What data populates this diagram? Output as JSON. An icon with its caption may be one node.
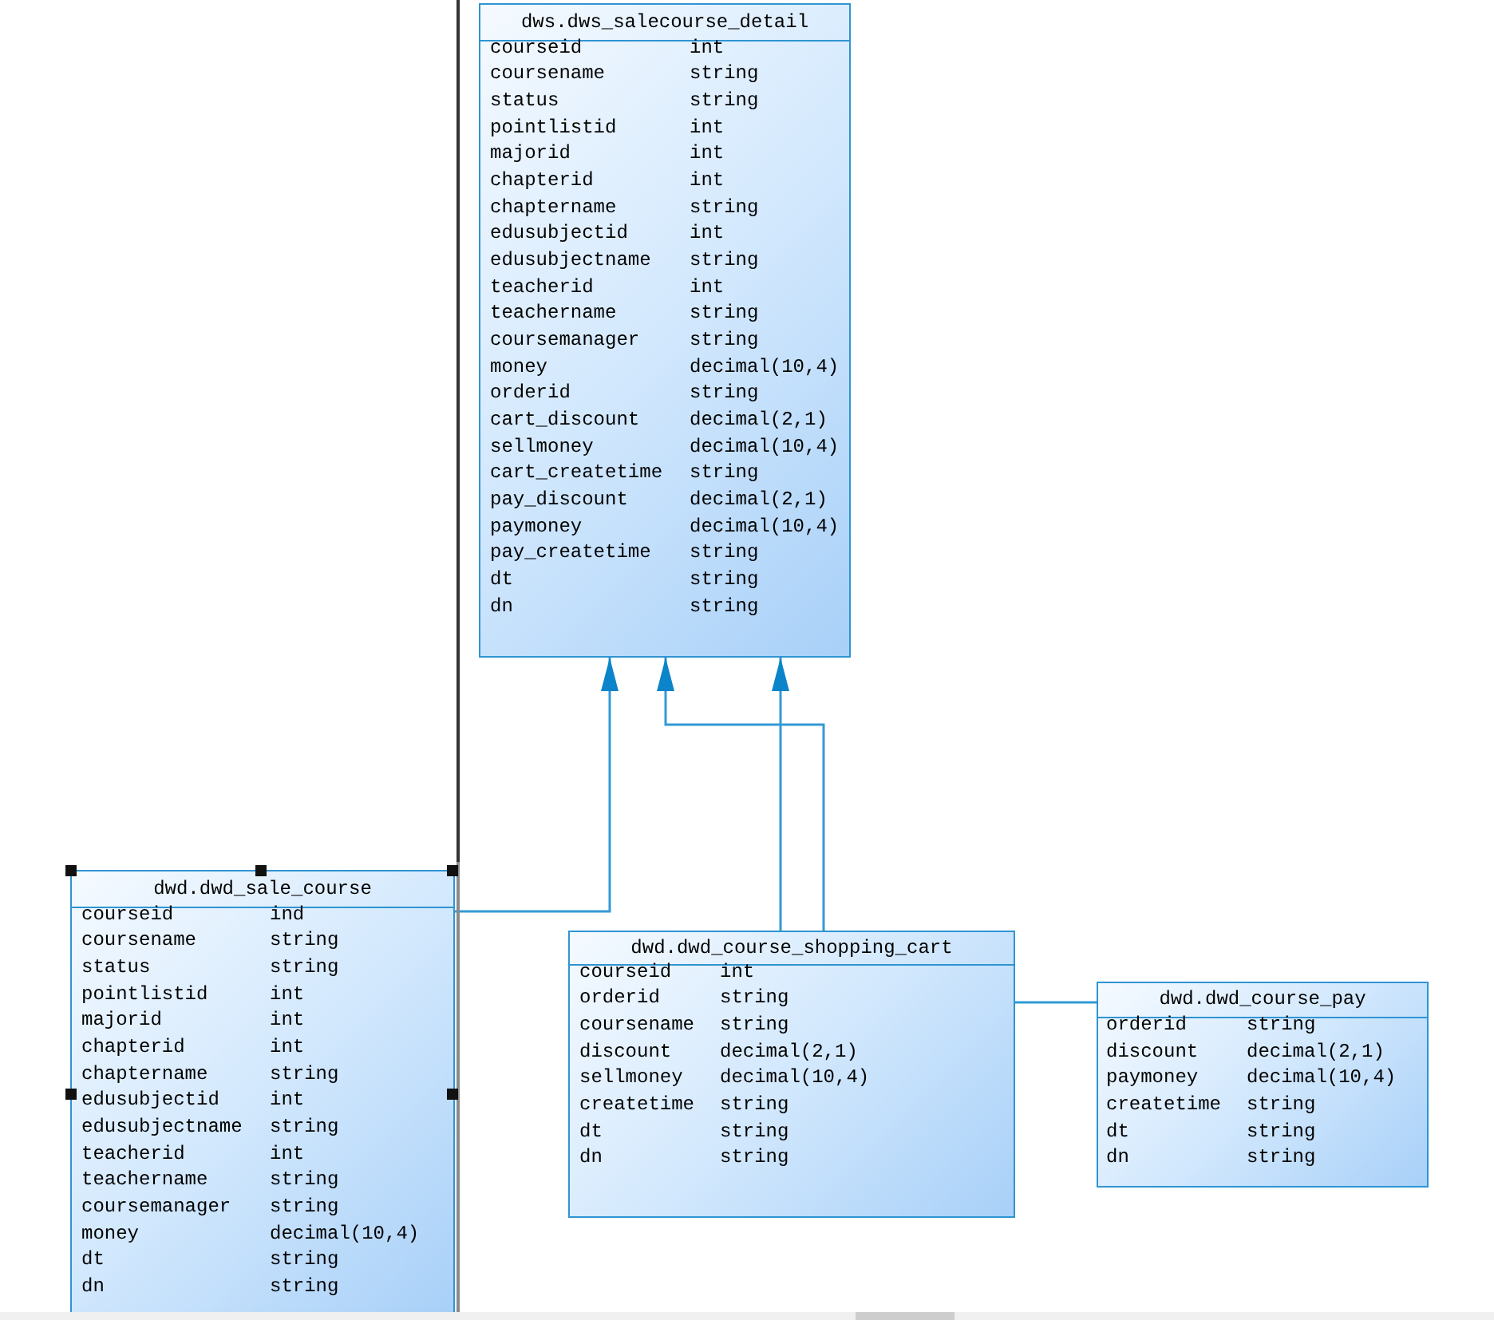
{
  "diagram": {
    "nodes": [
      {
        "text": [
          "dws.dws_salecourse_detail",
          "courseid",
          "int",
          "coursename",
          "string",
          "status",
          "string",
          "pointlistid",
          "int",
          "majorid",
          "int",
          "chapterid",
          "int",
          "chaptername",
          "string",
          "edusubjectid",
          "int",
          "edusubjectname",
          "string",
          "teacherid",
          "int",
          "teachername",
          "string",
          "coursemanager",
          "string",
          "money",
          "decimal(10,4)",
          "orderid",
          "string",
          "cart_discount",
          "decimal(2,1)",
          "sellmoney",
          "decimal(10,4)",
          "cart_createtime",
          "string",
          "pay_discount",
          "decimal(2,1)",
          "paymoney",
          "decimal(10,4)",
          "pay_createtime",
          "string",
          "dt",
          "string",
          "dn",
          "string"
        ]
      },
      {
        "text": [
          "dwd.dwd_sale_course",
          "courseid",
          "ind",
          "coursename",
          "string",
          "status",
          "string",
          "pointlistid",
          "int",
          "majorid",
          "int",
          "chapterid",
          "int",
          "chaptername",
          "string",
          "edusubjectid",
          "int",
          "edusubjectname",
          "string",
          "teacherid",
          "int",
          "teachername",
          "string",
          "coursemanager",
          "string",
          "money",
          "decimal(10,4)",
          "dt",
          "string",
          "dn",
          "string"
        ]
      },
      {
        "text": [
          "dwd.dwd_course_shopping_cart",
          "courseid",
          "int",
          "orderid",
          "string",
          "coursename",
          "string",
          "discount",
          "decimal(2,1)",
          "sellmoney",
          "decimal(10,4)",
          "createtime",
          "string",
          "dt",
          "string",
          "dn",
          "string"
        ]
      },
      {
        "text": [
          "dwd.dwd_course_pay",
          "orderid",
          "string",
          "discount",
          "decimal(2,1)",
          "paymoney",
          "decimal(10,4)",
          "createtime",
          "string",
          "dt",
          "string",
          "dn",
          "string"
        ]
      }
    ],
    "edges": [
      {
        "from": 1,
        "to": 0,
        "arrow": "to"
      },
      {
        "from": 2,
        "to": 0,
        "arrow": "to"
      },
      {
        "from": 2,
        "to": 0,
        "arrow": "to"
      },
      {
        "from": 3,
        "to": 2,
        "arrow": "none"
      }
    ]
  }
}
